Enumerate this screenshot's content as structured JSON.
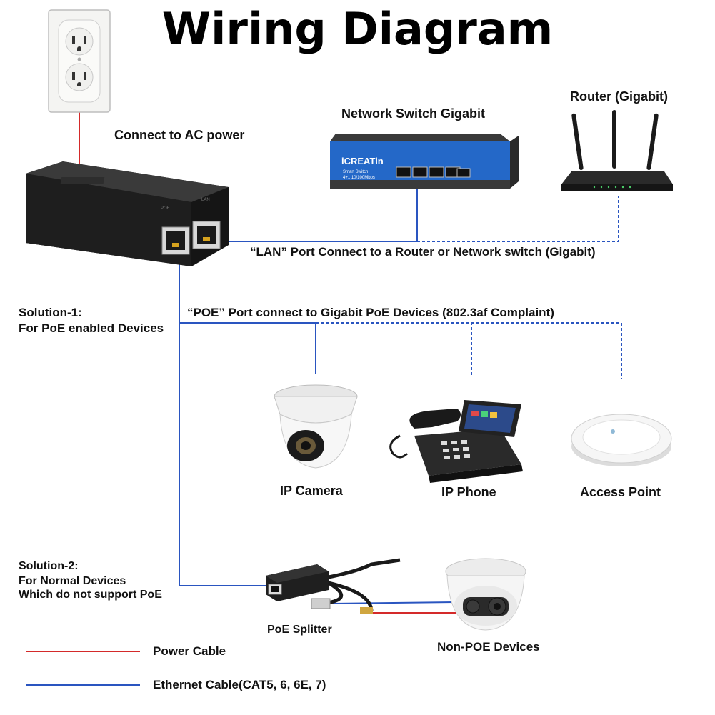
{
  "title": "Wiring Diagram",
  "labels": {
    "connect_ac": "Connect to AC power",
    "switch": "Network Switch Gigabit",
    "router": "Router (Gigabit)",
    "lan_port": "“LAN” Port Connect to a Router or Network switch (Gigabit)",
    "poe_port": "“POE” Port connect to Gigabit PoE Devices (802.3af Complaint)",
    "solution1_title": "Solution-1:",
    "solution1_desc": "For PoE enabled Devices",
    "ip_camera": "IP Camera",
    "ip_phone": "IP Phone",
    "access_point": "Access Point",
    "solution2_title": "Solution-2:",
    "solution2_line1": "For Normal Devices",
    "solution2_line2": "Which do not support PoE",
    "poe_splitter": "PoE Splitter",
    "non_poe": "Non-POE Devices"
  },
  "switch_brand": "iCREATin",
  "switch_model": "Smart Switch",
  "switch_spec": "4+1 10/100Mbps",
  "injector_ports": [
    "POE",
    "LAN"
  ],
  "legend": [
    {
      "label": "Power Cable",
      "color": "#d42a2a"
    },
    {
      "label": "Ethernet Cable(CAT5, 6, 6E, 7)",
      "color": "#2a55c0"
    }
  ],
  "colors": {
    "power": "#d42a2a",
    "ethernet": "#2a55c0",
    "switch_blue": "#2468c8"
  }
}
